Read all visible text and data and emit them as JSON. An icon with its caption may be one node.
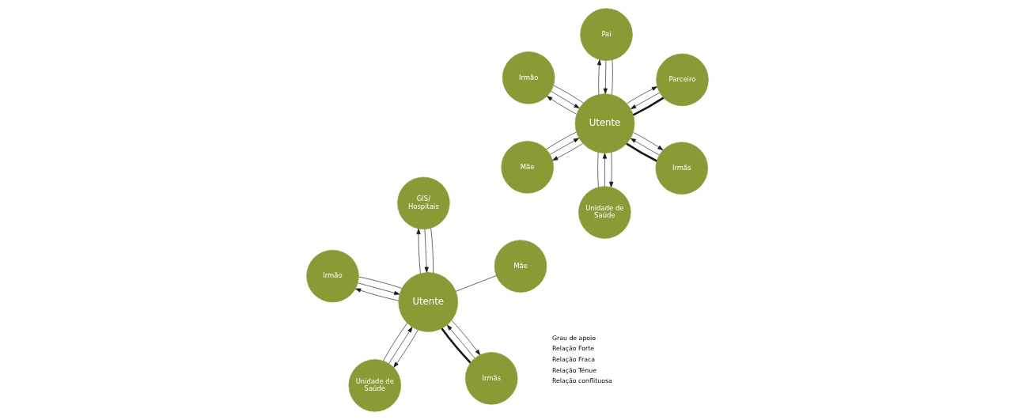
{
  "diagram": {
    "nodes": [
      {
        "text": [
          "Utente"
        ]
      },
      {
        "text": [
          "Irmãs"
        ]
      },
      {
        "text": [
          "Unidade de Saúde"
        ]
      },
      {
        "text": [
          "Irmão"
        ]
      },
      {
        "text": [
          "Parceiro"
        ]
      },
      {
        "text": [
          "Pai"
        ]
      },
      {
        "text": [
          "Mãe"
        ]
      },
      {
        "text": [
          "Utente"
        ]
      },
      {
        "text": [
          "Irmãs"
        ]
      },
      {
        "text": [
          "Unidade de Saúde"
        ]
      },
      {
        "text": [
          "Irmão"
        ]
      },
      {
        "text": [
          "Mãe"
        ]
      },
      {
        "text": [
          "GIS/ Hospitais"
        ]
      }
    ],
    "edges": [
      {
        "from": 1,
        "to": 0,
        "arrow": "none",
        "style": "thick"
      },
      {
        "from": 1,
        "to": 0,
        "arrow": "to"
      },
      {
        "from": 0,
        "to": 1,
        "arrow": "to"
      },
      {
        "from": 2,
        "to": 0,
        "arrow": "none"
      },
      {
        "from": 2,
        "to": 0,
        "arrow": "to"
      },
      {
        "from": 0,
        "to": 2,
        "arrow": "to"
      },
      {
        "from": 3,
        "to": 0,
        "arrow": "none"
      },
      {
        "from": 3,
        "to": 0,
        "arrow": "to"
      },
      {
        "from": 0,
        "to": 3,
        "arrow": "to"
      },
      {
        "from": 4,
        "to": 0,
        "arrow": "none",
        "style": "thick"
      },
      {
        "from": 4,
        "to": 0,
        "arrow": "to"
      },
      {
        "from": 0,
        "to": 4,
        "arrow": "to"
      },
      {
        "from": 5,
        "to": 0,
        "arrow": "none"
      },
      {
        "from": 5,
        "to": 0,
        "arrow": "to"
      },
      {
        "from": 0,
        "to": 5,
        "arrow": "to"
      },
      {
        "from": 6,
        "to": 0,
        "arrow": "none"
      },
      {
        "from": 6,
        "to": 0,
        "arrow": "to"
      },
      {
        "from": 0,
        "to": 6,
        "arrow": "to"
      },
      {
        "from": 8,
        "to": 7,
        "arrow": "none",
        "style": "thick"
      },
      {
        "from": 8,
        "to": 7,
        "arrow": "to"
      },
      {
        "from": 7,
        "to": 8,
        "arrow": "to"
      },
      {
        "from": 9,
        "to": 7,
        "arrow": "none"
      },
      {
        "from": 9,
        "to": 7,
        "arrow": "to"
      },
      {
        "from": 7,
        "to": 9,
        "arrow": "to"
      },
      {
        "from": 10,
        "to": 7,
        "arrow": "none"
      },
      {
        "from": 10,
        "to": 7,
        "arrow": "to"
      },
      {
        "from": 7,
        "to": 10,
        "arrow": "to"
      },
      {
        "from": 11,
        "to": 7,
        "arrow": "none"
      },
      {
        "from": 12,
        "to": 7,
        "arrow": "none"
      },
      {
        "from": 12,
        "to": 7,
        "arrow": "to"
      },
      {
        "from": 7,
        "to": 12,
        "arrow": "to"
      }
    ],
    "legend": [
      {
        "text": "Grau de apoio"
      },
      {
        "text": "Relação Forte"
      },
      {
        "text": "Relação Fraca"
      },
      {
        "text": "Relação Ténue"
      },
      {
        "text": "Relação conflituosa"
      }
    ]
  }
}
